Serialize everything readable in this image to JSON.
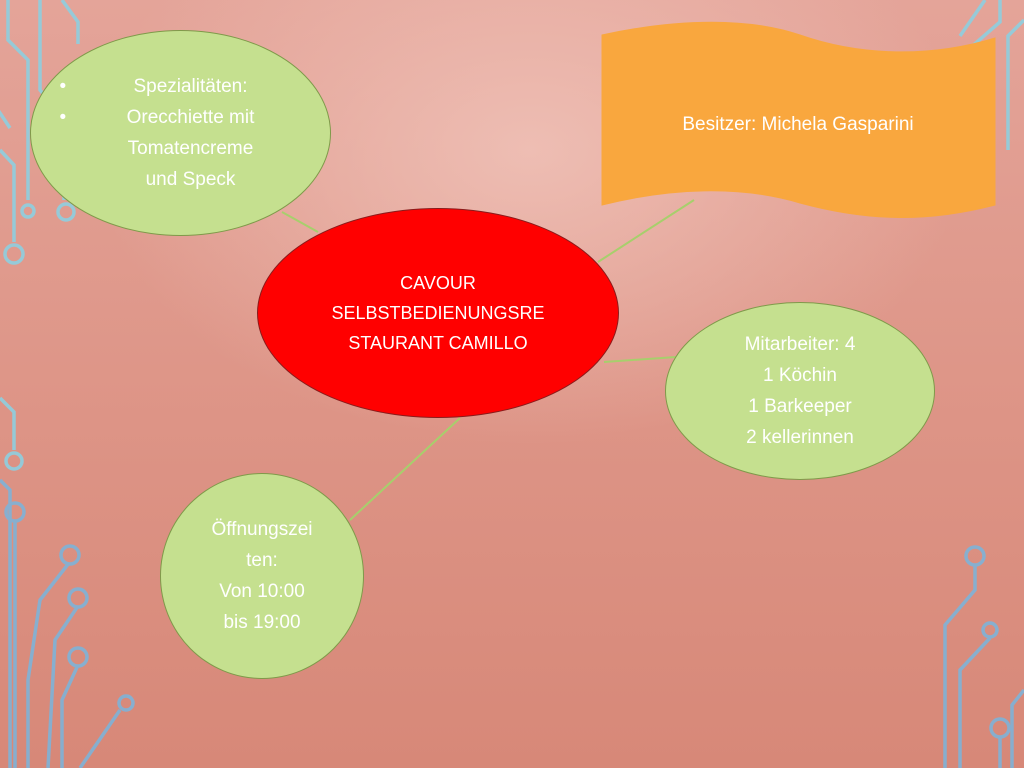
{
  "center": {
    "lines": [
      "CAVOUR",
      "SELBSTBEDIENUNGSRE",
      "STAURANT CAMILLO"
    ]
  },
  "specialties": {
    "items": [
      "Spezialitäten:",
      "Orecchiette mit Tomatencreme und Speck"
    ]
  },
  "owner": {
    "text": "Besitzer: Michela Gasparini"
  },
  "staff": {
    "lines": [
      "Mitarbeiter: 4",
      "1 Köchin",
      "1 Barkeeper",
      "2 kellerinnen"
    ]
  },
  "hours": {
    "lines": [
      "Öffnungszei",
      "ten:",
      "Von 10:00",
      "bis 19:00"
    ]
  },
  "colors": {
    "center_fill": "#ff0000",
    "bubble_fill": "#c5e08f",
    "banner_fill": "#f9a73e",
    "connector": "#a7cf6c",
    "circuit": "#8ecfe0"
  }
}
